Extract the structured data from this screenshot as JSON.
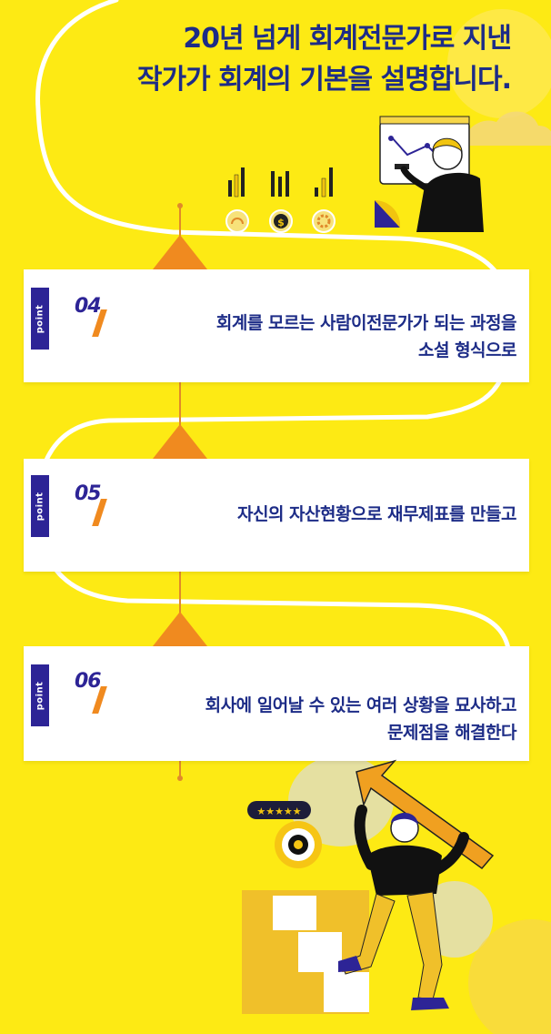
{
  "title": {
    "line1": "20년 넘게 회계전문가로 지낸",
    "line2": "작가가 회계의 기본을 설명합니다."
  },
  "points": [
    {
      "tag": "point",
      "number": "04",
      "line1": "회계를 모르는 사람이전문가가 되는 과정을",
      "line2": "소설 형식으로"
    },
    {
      "tag": "point",
      "number": "05",
      "line1": "자신의 자산현황으로 재무제표를 만들고",
      "line2": ""
    },
    {
      "tag": "point",
      "number": "06",
      "line1": "회사에 일어날 수 있는 여러 상황을 묘사하고",
      "line2": "문제점을 해결한다"
    }
  ],
  "rating_stars": "★★★★★",
  "dollar_symbol": "$",
  "colors": {
    "background": "#fdea14",
    "navy": "#1d2c87",
    "tag": "#2d2496",
    "orange": "#f08a1f",
    "card": "#ffffff"
  },
  "icons": [
    "bar-chart-icon",
    "headset-icon",
    "dollar-coin-icon",
    "gear-icon",
    "target-icon",
    "arrow-up-icon"
  ]
}
